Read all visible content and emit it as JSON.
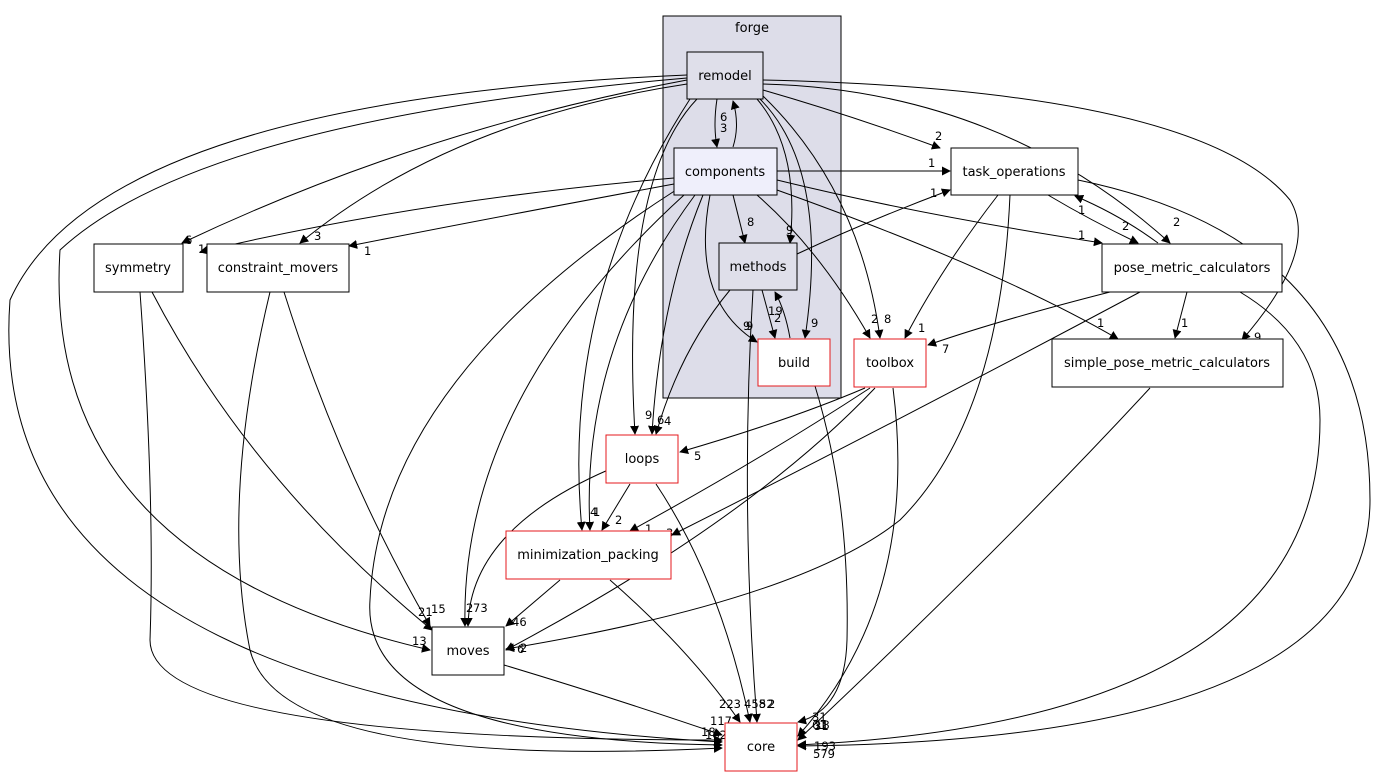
{
  "cluster": {
    "label": "forge",
    "fill": "#dddde9",
    "stroke": "#000000"
  },
  "colors": {
    "normal_border": "#000000",
    "red_border": "#e41a1c",
    "inside_fill": "#dfdfea",
    "highlight_fill": "#efeffb"
  },
  "nodes": {
    "remodel": "remodel",
    "components": "components",
    "methods": "methods",
    "build": "build",
    "task_operations": "task_operations",
    "pose_metric_calculators": "pose_metric_calculators",
    "symmetry": "symmetry",
    "constraint_movers": "constraint_movers",
    "simple_pose_metric_calculators": "simple_pose_metric_calculators",
    "toolbox": "toolbox",
    "loops": "loops",
    "minimization_packing": "minimization_packing",
    "moves": "moves",
    "core": "core"
  },
  "edge_labels": [
    "6",
    "3",
    "2",
    "1",
    "1",
    "1",
    "1",
    "2",
    "2",
    "1",
    "1",
    "6",
    "1",
    "3",
    "1",
    "8",
    "9",
    "19",
    "2",
    "9",
    "9",
    "9",
    "2",
    "8",
    "1",
    "7",
    "9",
    "6",
    "4",
    "5",
    "4",
    "1",
    "2",
    "1",
    "3",
    "21",
    "15",
    "2",
    "73",
    "46",
    "13",
    "2",
    "6",
    "117",
    "223",
    "458",
    "2",
    "162",
    "31",
    "18",
    "31",
    "193",
    "579",
    "9",
    "18",
    "52",
    "61"
  ]
}
